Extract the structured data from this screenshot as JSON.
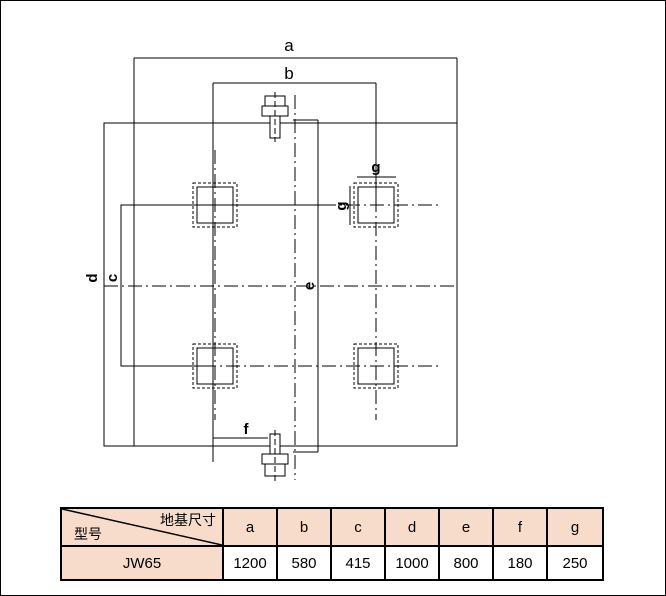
{
  "drawing": {
    "dimension_labels": {
      "a": "a",
      "b": "b",
      "c": "c",
      "d": "d",
      "e": "e",
      "f": "f",
      "g_top": "g",
      "g_side": "g"
    }
  },
  "table": {
    "header_top_right": "地基尺寸",
    "header_bottom_left": "型号",
    "columns": [
      "a",
      "b",
      "c",
      "d",
      "e",
      "f",
      "g"
    ],
    "rows": [
      {
        "model": "JW65",
        "values": [
          "1200",
          "580",
          "415",
          "1000",
          "800",
          "180",
          "250"
        ]
      }
    ],
    "colors": {
      "label_bg": "#f8dccb",
      "value_bg": "#ffffff"
    }
  }
}
